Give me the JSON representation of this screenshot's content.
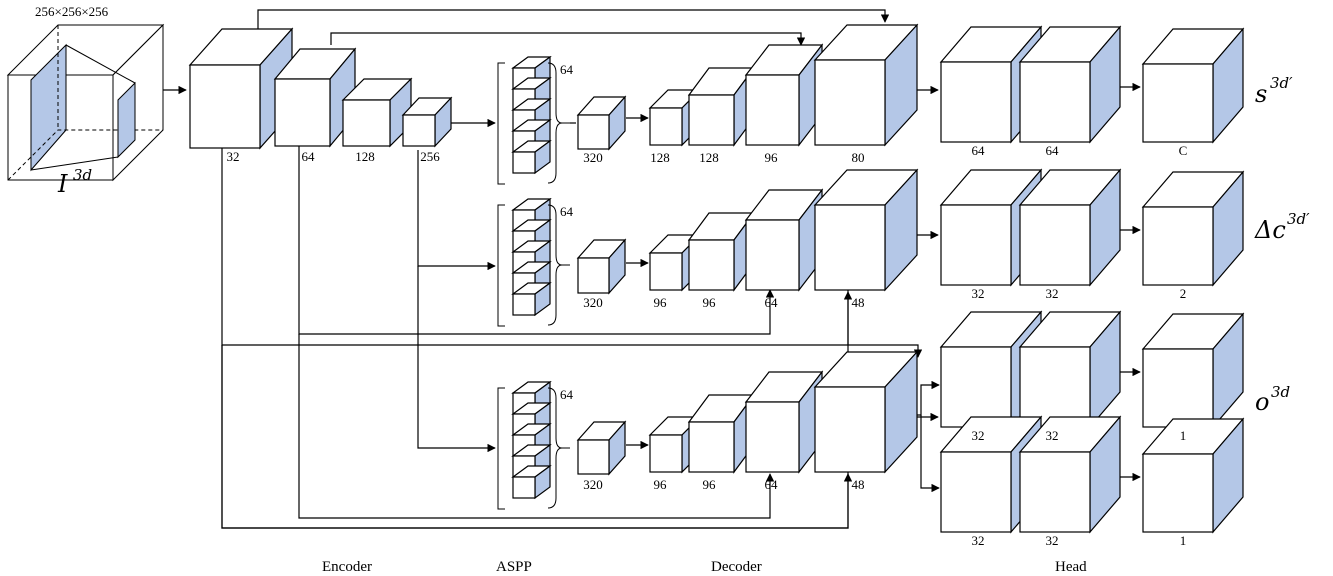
{
  "colors": {
    "face": "#ffffff",
    "side": "#b4c7e7",
    "stroke": "#000000"
  },
  "input": {
    "size_label": "256×256×256",
    "symbol": "I",
    "symbol_sup": "3d"
  },
  "encoder": {
    "labels": [
      "32",
      "64",
      "128",
      "256"
    ]
  },
  "aspp": {
    "channel_label": "64",
    "module_count": 3
  },
  "branches": [
    {
      "decoder_labels": [
        "320",
        "128",
        "128",
        "96",
        "80"
      ],
      "head_labels": [
        "64",
        "64",
        "C"
      ],
      "output_symbol": "s",
      "output_sup": "3d′"
    },
    {
      "decoder_labels": [
        "320",
        "96",
        "96",
        "64",
        "48"
      ],
      "head_labels": [
        "32",
        "32",
        "2"
      ],
      "output_symbol": "Δc",
      "output_sup": "3d′"
    },
    {
      "decoder_labels": [
        "320",
        "96",
        "96",
        "64",
        "48"
      ],
      "head_labels_top": [
        "32",
        "32",
        "1"
      ],
      "head_labels_bottom": [
        "32",
        "32",
        "1"
      ],
      "output_symbol": "o",
      "output_sup": "3d"
    }
  ],
  "section_labels": {
    "encoder": "Encoder",
    "aspp": "ASPP",
    "decoder": "Decoder",
    "head": "Head"
  }
}
